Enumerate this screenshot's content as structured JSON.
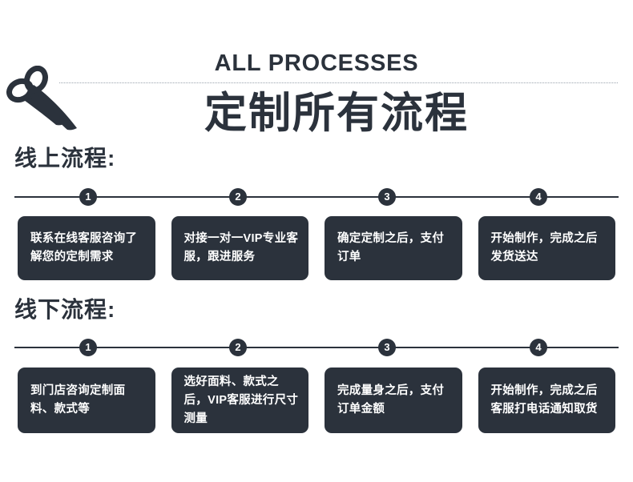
{
  "header": {
    "title_en": "ALL PROCESSES",
    "title_cn": "定制所有流程",
    "scissors_icon": "scissors-icon",
    "cut_line": "dotted-cut-line"
  },
  "colors": {
    "dark": "#2b323c",
    "background": "#ffffff",
    "text_on_dark": "#ffffff",
    "cut_line": "#9aa3ad"
  },
  "sections": [
    {
      "label": "线上流程:",
      "steps": [
        "1",
        "2",
        "3",
        "4"
      ],
      "cards": [
        "联系在线客服咨询了解您的定制需求",
        "对接一对一VIP专业客服，跟进服务",
        "确定定制之后，支付订单",
        "开始制作，完成之后发货送达"
      ]
    },
    {
      "label": "线下流程:",
      "steps": [
        "1",
        "2",
        "3",
        "4"
      ],
      "cards": [
        "到门店咨询定制面料、款式等",
        "选好面料、款式之后，VIP客服进行尺寸测量",
        "完成量身之后，支付订单金额",
        "开始制作，完成之后客服打电话通知取货"
      ]
    }
  ]
}
